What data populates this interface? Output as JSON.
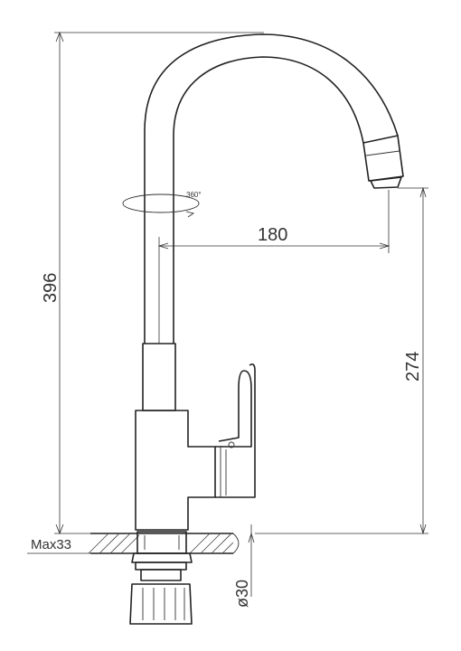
{
  "dimensions": {
    "total_height": "396",
    "spout_reach": "180",
    "spout_height": "274",
    "max_deck_thickness": "Max33",
    "hole_diameter": "ø30",
    "rotation_angle": "360°"
  },
  "colors": {
    "line": "#222222",
    "background": "#ffffff"
  }
}
